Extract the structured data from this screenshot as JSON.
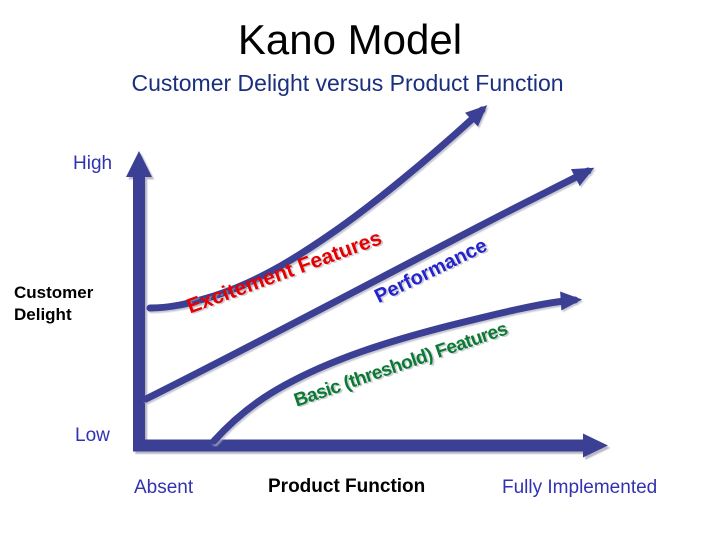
{
  "slide": {
    "title": "Kano Model",
    "subtitle": "Customer Delight versus Product Function"
  },
  "y_axis": {
    "label": "Customer Delight",
    "high_tick": "High",
    "low_tick": "Low"
  },
  "x_axis": {
    "label": "Product Function",
    "left_tick": "Absent",
    "right_tick": "Fully Implemented"
  },
  "curves": [
    {
      "id": "excitement",
      "label": "Excitement Features",
      "label_color": "#e60000"
    },
    {
      "id": "performance",
      "label": "Performance",
      "label_color": "#2424cc"
    },
    {
      "id": "basic",
      "label": "Basic (threshold) Features",
      "label_color": "#0b7a33"
    }
  ],
  "colors": {
    "title": "#000000",
    "subtitle": "#1a2f7e",
    "tick_label": "#3232b0",
    "axis": "#3a3f94",
    "curve": "#3a3f94"
  }
}
